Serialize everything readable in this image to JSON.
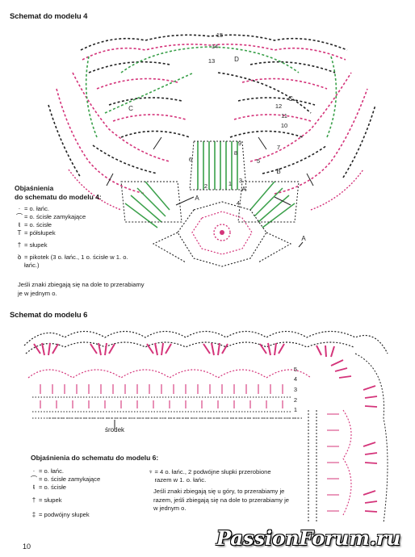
{
  "model4": {
    "title": "Schemat do modelu 4",
    "legend_title": "Objaśnienia\ndo schematu do modelu 4:",
    "legend": [
      {
        "icon": "dot-icon",
        "text": "= o. łańc."
      },
      {
        "icon": "arc-icon",
        "text": "= o. ścisłe zamykające"
      },
      {
        "icon": "plus-icon",
        "text": "= o. ścisłe"
      },
      {
        "icon": "half-double-icon",
        "text": "= półsłupek"
      },
      {
        "icon": "double-crochet-icon",
        "text": "= słupek"
      },
      {
        "icon": "picot-icon",
        "text": "= pikotek (3 o. łańc., 1 o. ścisłe w 1. o. łańc.)"
      }
    ],
    "note": "Jeśli znaki zbiegają się na dole to przerabiamy je w jednym o.",
    "row_numbers": [
      "15",
      "14",
      "13",
      "12",
      "11",
      "10",
      "9",
      "8",
      "7",
      "6",
      "5",
      "4",
      "3",
      "2",
      "1"
    ],
    "letters": [
      "A",
      "B",
      "C",
      "D"
    ]
  },
  "model6": {
    "title": "Schemat do modelu 6",
    "legend_title": "Objaśnienia do schematu do modelu 6:",
    "legend_left": [
      {
        "icon": "dot-icon",
        "text": "= o. łańc."
      },
      {
        "icon": "arc-icon",
        "text": "= o. ścisłe zamykające"
      },
      {
        "icon": "plus-icon",
        "text": "= o. ścisłe"
      },
      {
        "icon": "double-crochet-icon",
        "text": "= słupek"
      },
      {
        "icon": "treble-icon",
        "text": "= podwójny słupek"
      }
    ],
    "legend_right": {
      "icon": "cluster-icon",
      "text": "= 4 o. łańc., 2 podwójne słupki przerobione razem w 1. o. łańc."
    },
    "note": "Jeśli znaki zbiegają się u góry, to przerabiamy je razem, jeśli zbiegają się na dole to przerabiamy je w jednym o.",
    "center_label": "środek",
    "row_numbers": [
      "5",
      "4",
      "3",
      "2",
      "1"
    ]
  },
  "page_number": "10",
  "watermark": "PassionForum.ru",
  "colors": {
    "pink": "#d4347a",
    "green": "#3aa04a",
    "black": "#222222"
  }
}
